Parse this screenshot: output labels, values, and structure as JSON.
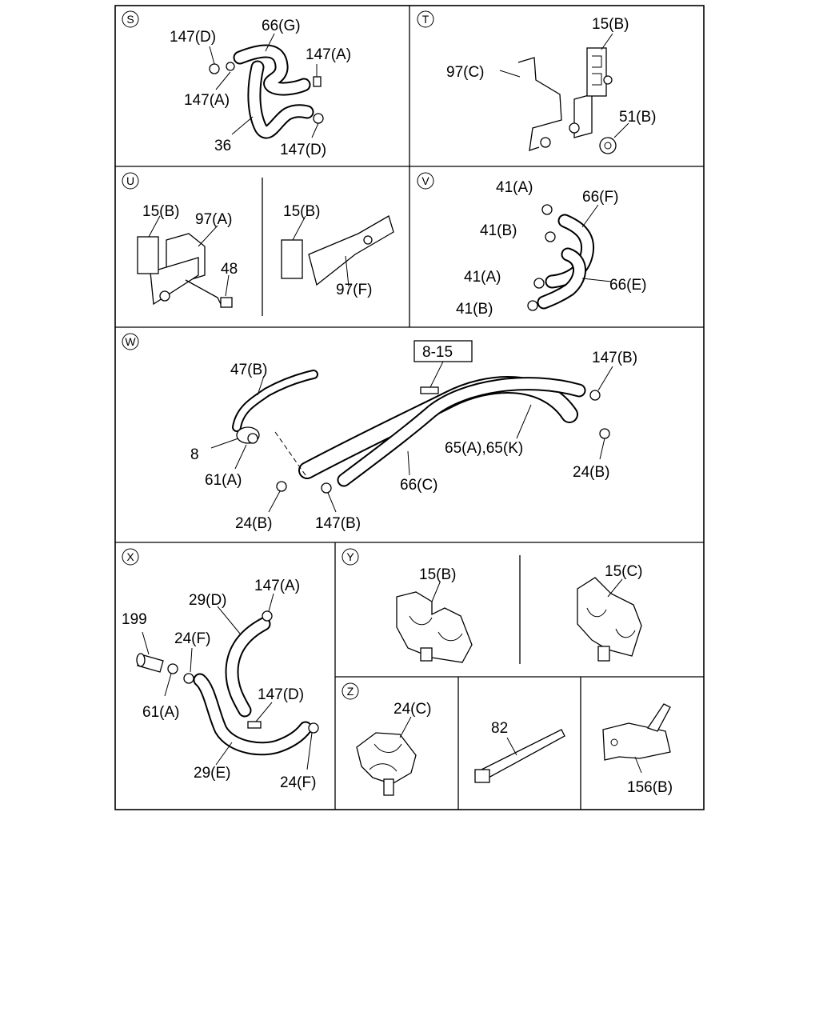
{
  "sections": {
    "S": {
      "letter": "S",
      "labels": [
        "147(D)",
        "66(G)",
        "147(A)",
        "147(A)",
        "36",
        "147(D)"
      ]
    },
    "T": {
      "letter": "T",
      "labels": [
        "15(B)",
        "97(C)",
        "51(B)"
      ]
    },
    "U": {
      "letter": "U",
      "labels": [
        "15(B)",
        "97(A)",
        "48",
        "15(B)",
        "97(F)"
      ]
    },
    "V": {
      "letter": "V",
      "labels": [
        "41(A)",
        "66(F)",
        "41(B)",
        "41(A)",
        "66(E)",
        "41(B)"
      ]
    },
    "W": {
      "letter": "W",
      "ref_box": "8-15",
      "labels": [
        "47(B)",
        "147(B)",
        "8",
        "61(A)",
        "65(A),65(K)",
        "24(B)",
        "66(C)",
        "24(B)",
        "147(B)"
      ]
    },
    "X": {
      "letter": "X",
      "labels": [
        "147(A)",
        "29(D)",
        "199",
        "24(F)",
        "61(A)",
        "147(D)",
        "29(E)",
        "24(F)"
      ]
    },
    "Y": {
      "letter": "Y",
      "labels": [
        "15(B)",
        "15(C)"
      ]
    },
    "Z": {
      "letter": "Z",
      "labels": [
        "24(C)",
        "82",
        "156(B)"
      ]
    }
  }
}
